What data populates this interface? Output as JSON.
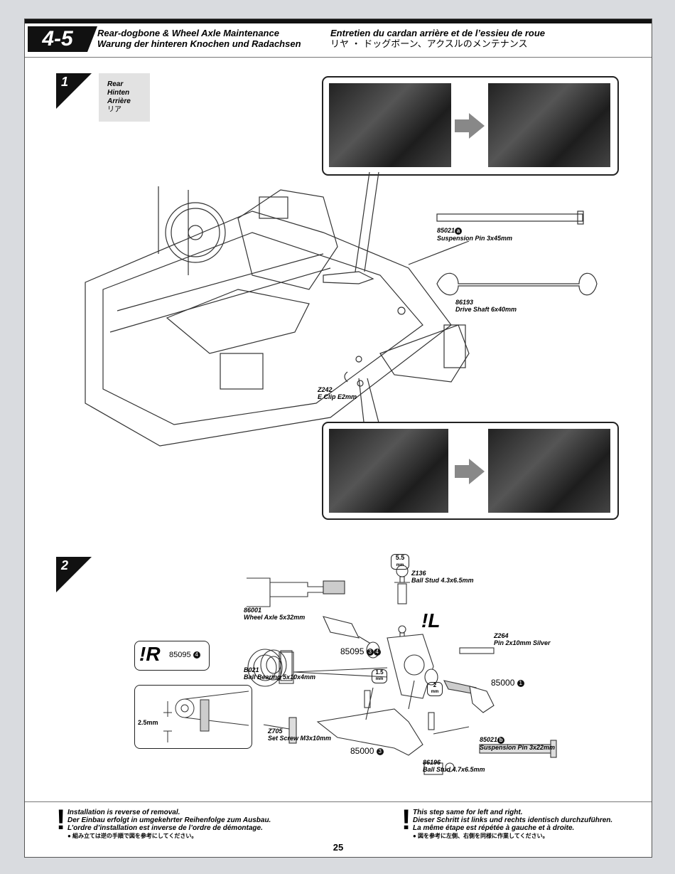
{
  "header": {
    "section_number": "4-5",
    "title_en": "Rear-dogbone & Wheel Axle  Maintenance",
    "title_de": "Warung der hinteren Knochen und Radachsen",
    "title_fr": "Entretien du cardan arrière et de l’essieu de roue",
    "title_ja": "リヤ ・ ドッグボーン、アクスルのメンテナンス"
  },
  "step1": {
    "number": "1",
    "location": [
      "Rear",
      "Hinten",
      "Arrière",
      "リア"
    ],
    "parts": [
      {
        "code": "85021",
        "badge": "a",
        "name": "Suspension Pin 3x45mm"
      },
      {
        "code": "86193",
        "name": "Drive Shaft 6x40mm"
      },
      {
        "code": "Z242",
        "name": "E Clip E2mm"
      }
    ]
  },
  "step2": {
    "number": "2",
    "side_left": "!L",
    "side_right_mark": "!R",
    "side_right_part": "85095",
    "side_right_badge": "4",
    "parts": [
      {
        "code": "Z136",
        "name": "Ball Stud 4.3x6.5mm"
      },
      {
        "code": "86001",
        "name": "Wheel Axle 5x32mm"
      },
      {
        "code": "Z264",
        "name": "Pin 2x10mm Silver"
      },
      {
        "code": "B021",
        "name": "Ball Bearing 5x10x4mm"
      },
      {
        "code": "Z705",
        "name": "Set Screw M3x10mm"
      },
      {
        "code": "85021",
        "badge": "b",
        "name": "Suspension Pin 3x22mm"
      },
      {
        "code": "86196",
        "name": "Ball Stud 4.7x6.5mm"
      }
    ],
    "callouts": {
      "hub_part": "85095",
      "hub_badges": [
        "3",
        "4"
      ],
      "arm_part": "85000",
      "arm_badge": "3",
      "nut_part": "85000",
      "nut_badge": "1"
    },
    "wrench_sizes": [
      {
        "size": "5.5",
        "unit": "mm"
      },
      {
        "size": "1.5",
        "unit": "mm"
      },
      {
        "size": "2",
        "unit": "mm"
      }
    ],
    "dimension": "2.5mm"
  },
  "footer": {
    "left_note": [
      "Installation is reverse of removal.",
      "Der Einbau erfolgt in umgekehrter Reihenfolge zum Ausbau.",
      "L’ordre d’installation est inverse de l’ordre de démontage.",
      "● 組み立ては逆の手順で図を参考にしてください。"
    ],
    "right_note": [
      "This step same for left and right.",
      "Dieser Schritt ist links und rechts identisch durchzuführen.",
      "La même étape est répétée à gauche et à droite.",
      "● 図を参考に左側、右側を同様に作業してください。"
    ],
    "page_number": "25"
  }
}
